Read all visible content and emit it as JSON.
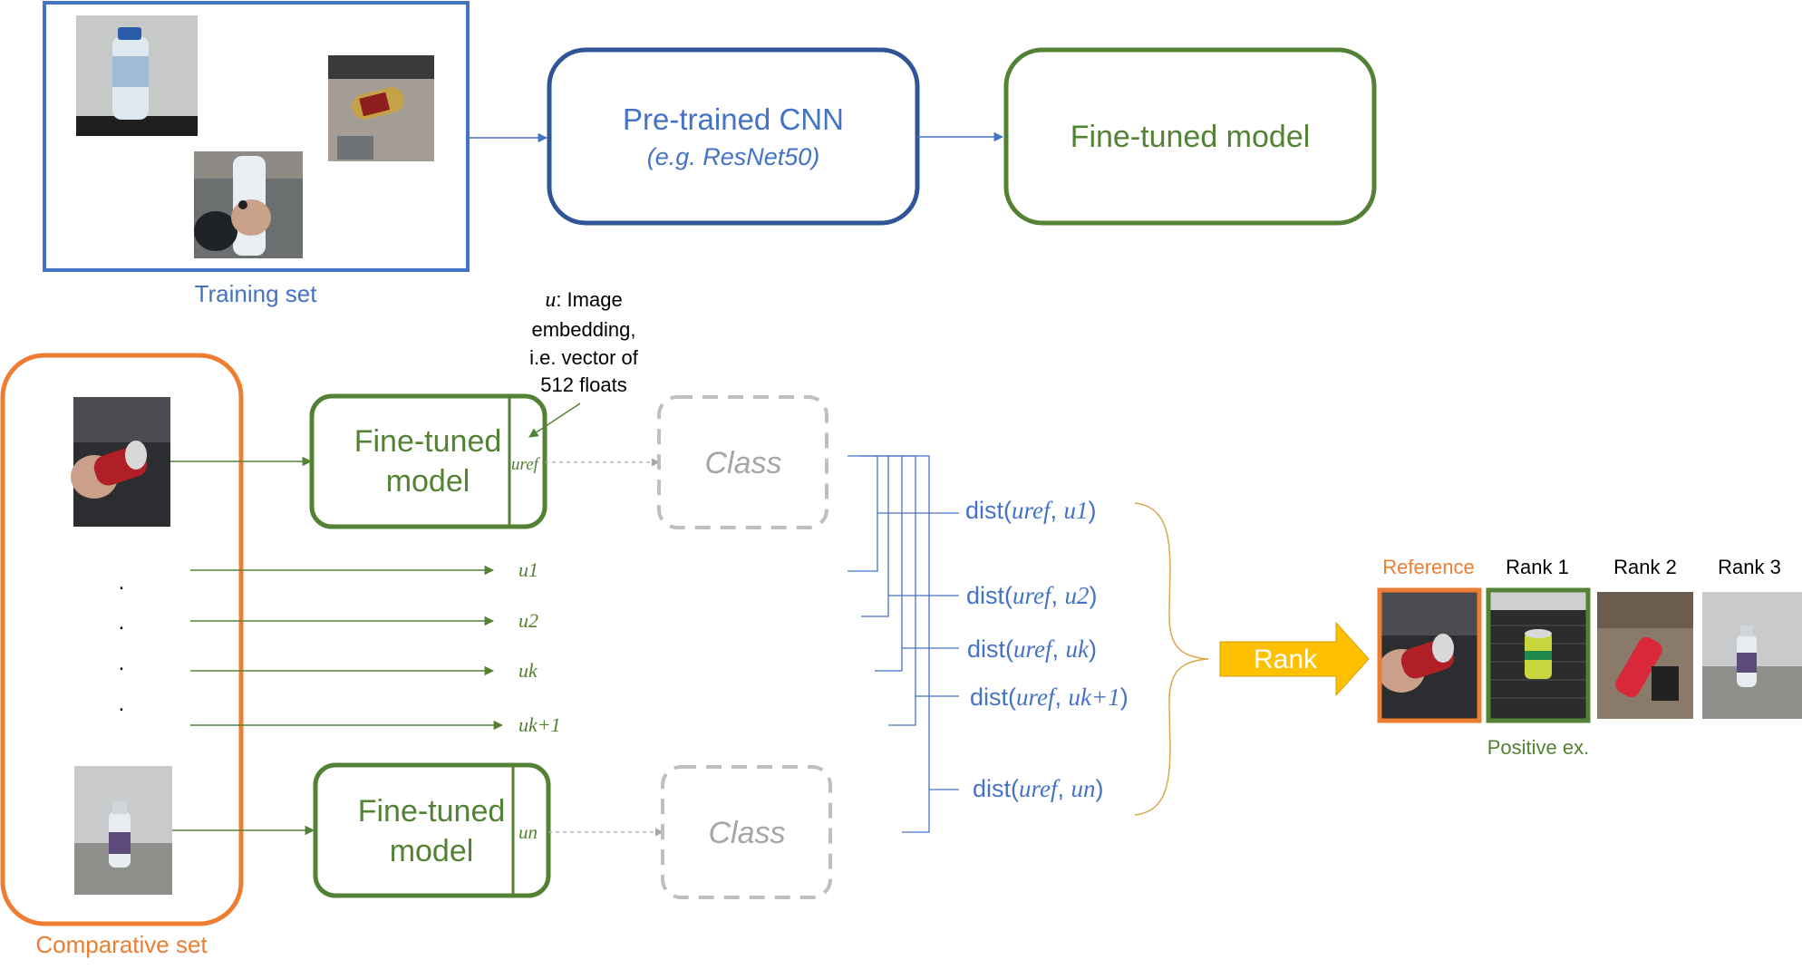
{
  "top": {
    "training_set_label": "Training set",
    "cnn_title": "Pre-trained CNN",
    "cnn_subtitle": "(e.g. ResNet50)",
    "fine_tuned_label": "Fine-tuned model"
  },
  "annotation": {
    "line1_var": "u",
    "line1_text": ": Image",
    "line2": "embedding,",
    "line3": "i.e. vector of",
    "line4": "512 floats"
  },
  "comparative": {
    "label": "Comparative set",
    "model_line1": "Fine-tuned",
    "model_line2": "model",
    "class_label": "Class",
    "uref": "uref",
    "un": "un",
    "embeddings": [
      "u1",
      "u2",
      "uk",
      "uk+1"
    ],
    "dots": [
      ".",
      ".",
      ".",
      "."
    ]
  },
  "distances": [
    {
      "prefix": "dist(",
      "a": "uref",
      "sep": ", ",
      "b": "u1",
      "suffix": ")"
    },
    {
      "prefix": "dist(",
      "a": "uref",
      "sep": ", ",
      "b": "u2",
      "suffix": ")"
    },
    {
      "prefix": "dist(",
      "a": "uref",
      "sep": ", ",
      "b": "uk",
      "suffix": ")"
    },
    {
      "prefix": "dist(",
      "a": "uref",
      "sep": ", ",
      "b": "uk+1",
      "suffix": ")"
    },
    {
      "prefix": "dist(",
      "a": "uref",
      "sep": ", ",
      "b": "un",
      "suffix": ")"
    }
  ],
  "rank_arrow_label": "Rank",
  "results": {
    "reference": "Reference",
    "rank1": "Rank 1",
    "rank2": "Rank 2",
    "rank3": "Rank 3",
    "positive": "Positive ex."
  },
  "colors": {
    "blue": "#4472c4",
    "dark_blue": "#2f5597",
    "green": "#548235",
    "orange": "#ed7d31",
    "gray": "#bfbfbf",
    "gold": "#ffc000",
    "brace": "#d6a84a"
  }
}
